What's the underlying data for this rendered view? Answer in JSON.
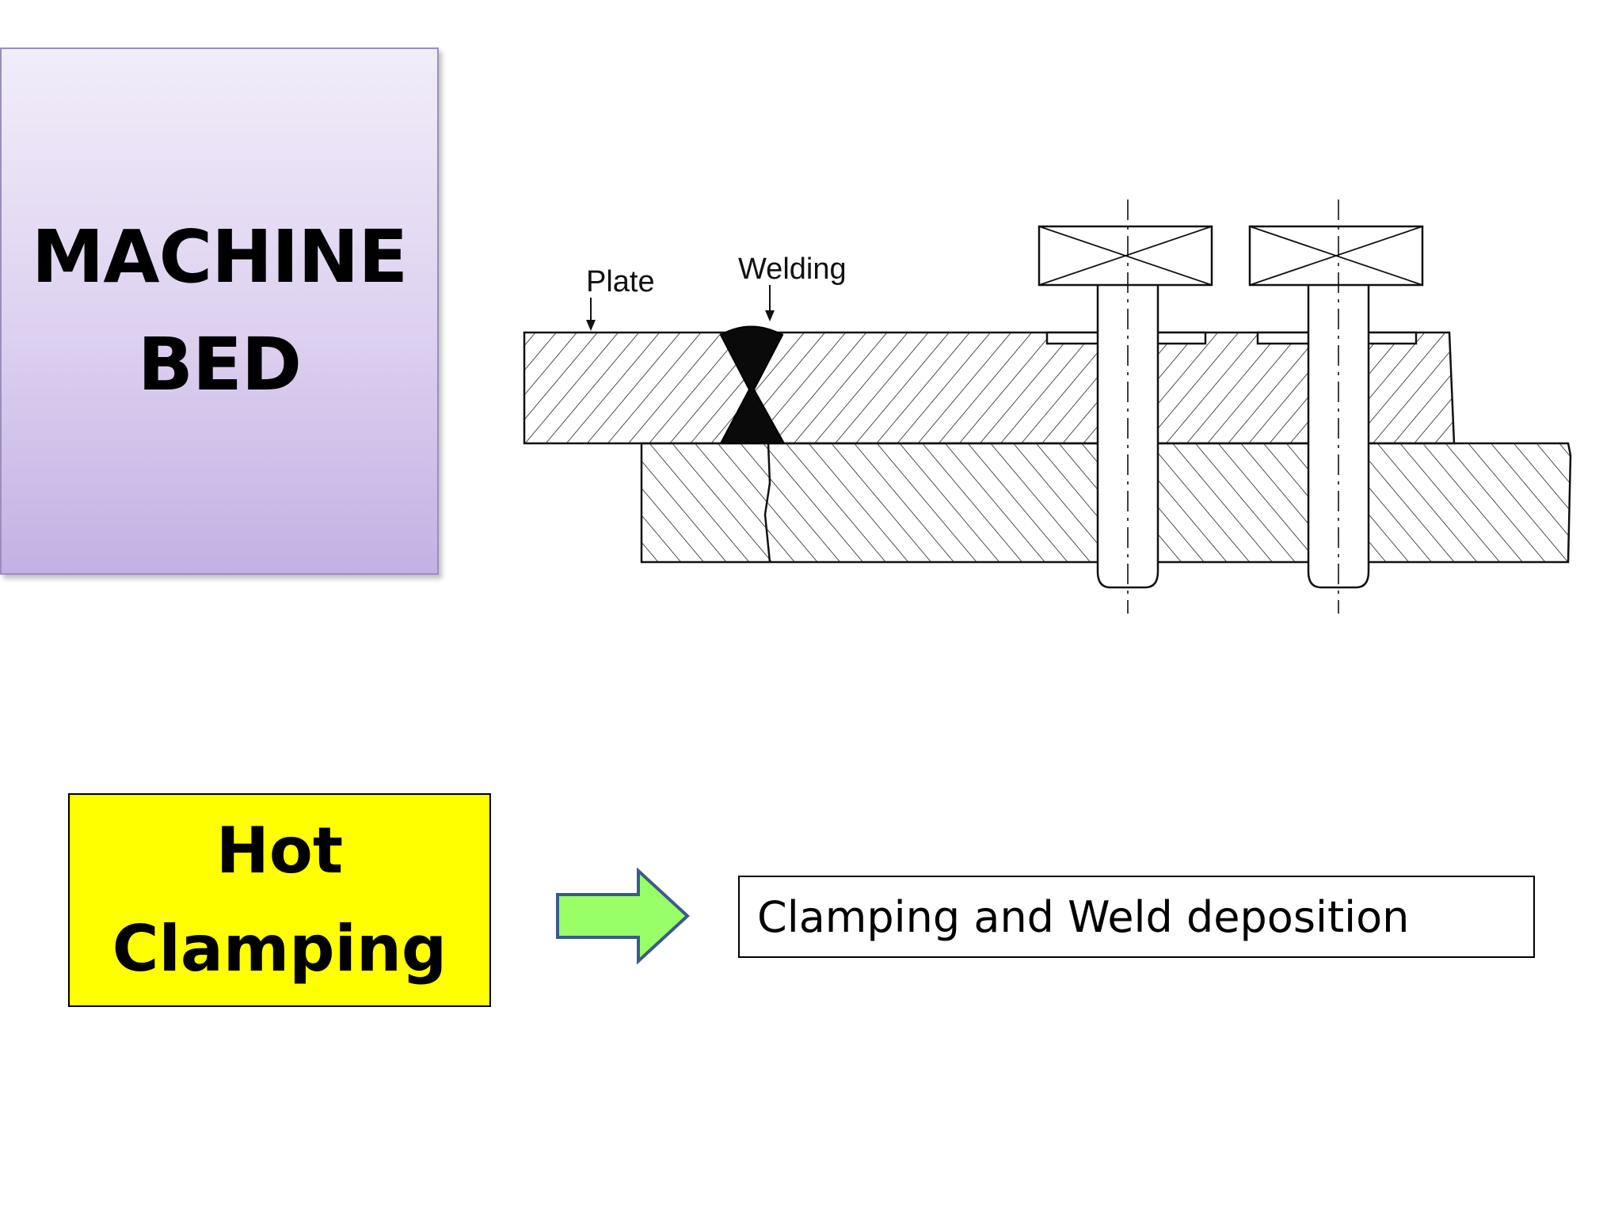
{
  "title": {
    "line1": "MACHINE",
    "line2": "BED"
  },
  "diagram": {
    "label_plate": "Plate",
    "label_welding": "Welding"
  },
  "method": {
    "line1": "Hot",
    "line2": "Clamping"
  },
  "description": "Clamping and Weld deposition",
  "colors": {
    "title_box_top": "#f1edf9",
    "title_box_bottom": "#c3b1e4",
    "method_box": "#ffff00",
    "arrow_fill": "#99ff66",
    "arrow_stroke": "#3b5a8a"
  }
}
